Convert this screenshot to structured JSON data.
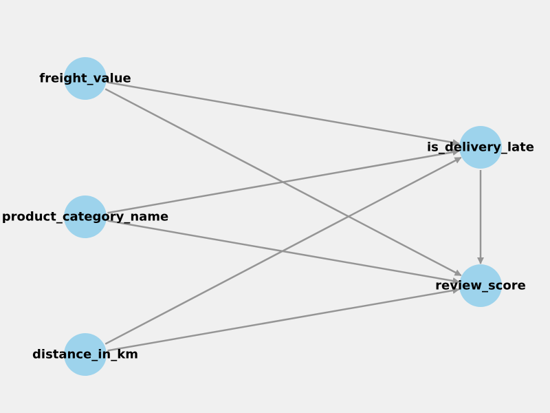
{
  "colors": {
    "background": "#f0f0f0",
    "node_fill": "#9dd3ec",
    "edge": "#959595",
    "label": "#000000"
  },
  "nodes": [
    {
      "id": "freight_value",
      "label": "freight_value"
    },
    {
      "id": "product_category_name",
      "label": "product_category_name"
    },
    {
      "id": "distance_in_km",
      "label": "distance_in_km"
    },
    {
      "id": "is_delivery_late",
      "label": "is_delivery_late"
    },
    {
      "id": "review_score",
      "label": "review_score"
    }
  ],
  "edges": [
    {
      "from": "freight_value",
      "to": "is_delivery_late"
    },
    {
      "from": "freight_value",
      "to": "review_score"
    },
    {
      "from": "product_category_name",
      "to": "is_delivery_late"
    },
    {
      "from": "product_category_name",
      "to": "review_score"
    },
    {
      "from": "distance_in_km",
      "to": "is_delivery_late"
    },
    {
      "from": "distance_in_km",
      "to": "review_score"
    },
    {
      "from": "is_delivery_late",
      "to": "review_score"
    }
  ]
}
